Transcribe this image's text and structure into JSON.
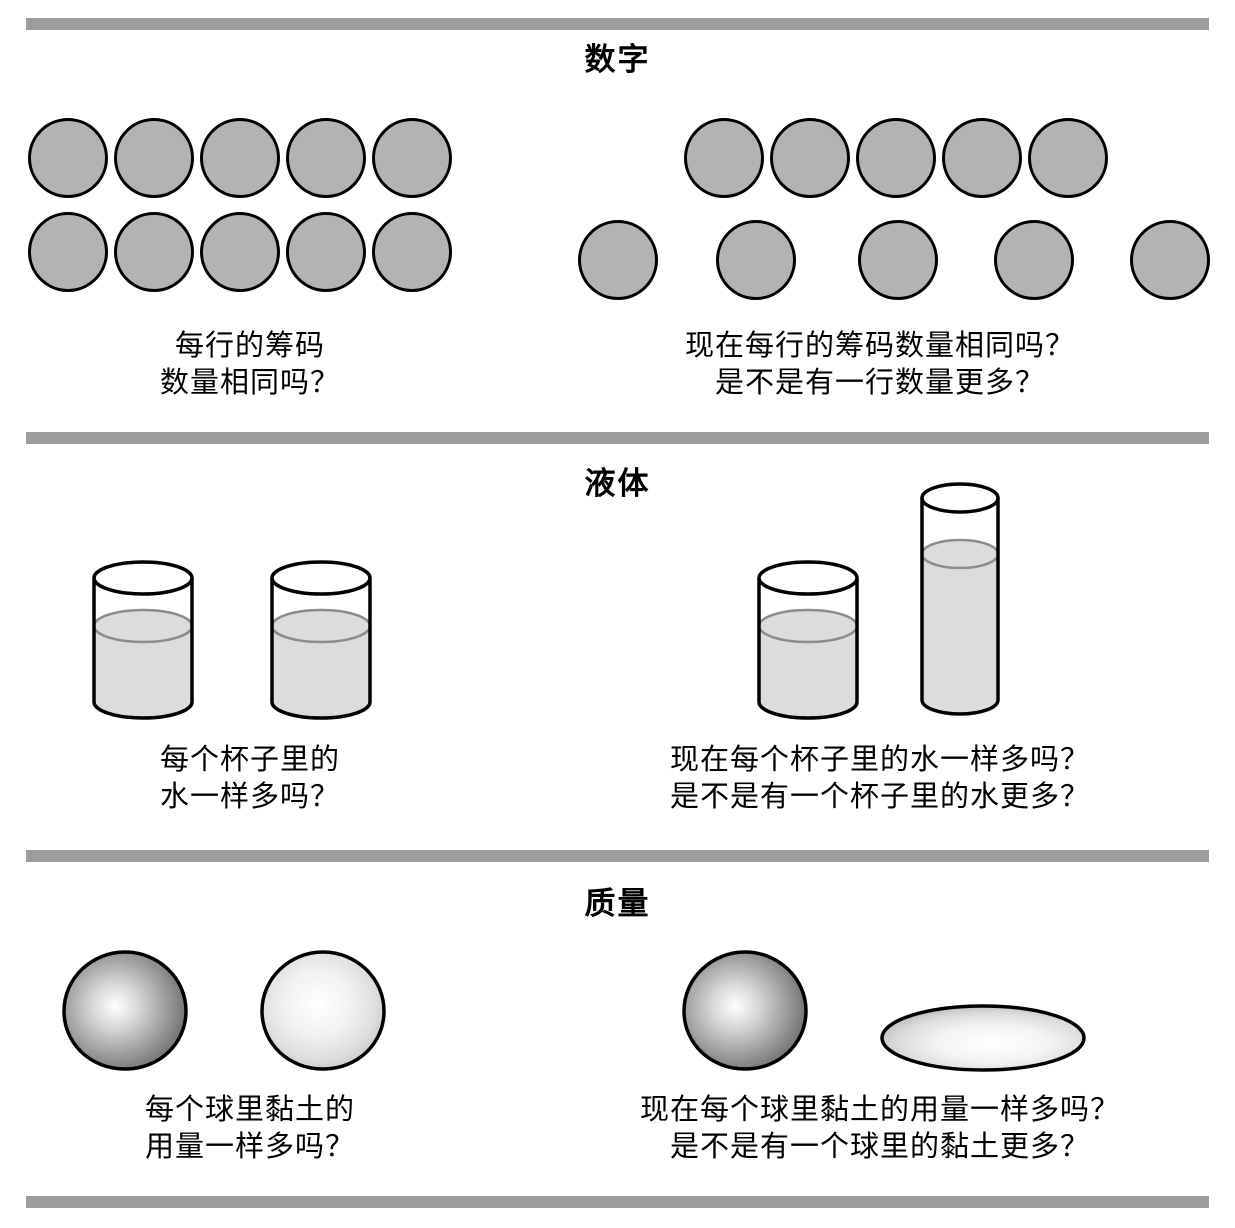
{
  "figure": {
    "title_number": "数字",
    "title_liquid": "液体",
    "title_mass": "质量"
  },
  "colors": {
    "rule": "#9d9d9d",
    "chip_fill": "#b3b3b3",
    "chip_stroke": "#000000",
    "water_fill": "#dcdcdc",
    "water_stroke": "#808080",
    "glass_stroke": "#000000",
    "clay_dark": "#6e6e6e",
    "clay_light": "#f2f2f2"
  },
  "sections": [
    {
      "id": "number",
      "title": "数字",
      "before": {
        "caption": "每行的筹码\n数量相同吗？",
        "rows": [
          {
            "count": 5,
            "spacing": "tight"
          },
          {
            "count": 5,
            "spacing": "tight"
          }
        ]
      },
      "after": {
        "caption": "现在每行的筹码数量相同吗？\n是不是有一行数量更多？",
        "rows": [
          {
            "count": 5,
            "spacing": "tight"
          },
          {
            "count": 5,
            "spacing": "spread"
          }
        ]
      }
    },
    {
      "id": "liquid",
      "title": "液体",
      "before": {
        "caption": "每个杯子里的\n水一样多吗？",
        "glasses": [
          {
            "shape": "short-wide",
            "fill_level": 0.66
          },
          {
            "shape": "short-wide",
            "fill_level": 0.66
          }
        ]
      },
      "after": {
        "caption": "现在每个杯子里的水一样多吗？\n是不是有一个杯子里的水更多？",
        "glasses": [
          {
            "shape": "short-wide",
            "fill_level": 0.66
          },
          {
            "shape": "tall-narrow",
            "fill_level": 0.73
          }
        ]
      }
    },
    {
      "id": "mass",
      "title": "质量",
      "before": {
        "caption": "每个球里黏土的\n用量一样多吗？",
        "balls": [
          {
            "shape": "ball",
            "shade": "dark"
          },
          {
            "shape": "ball",
            "shade": "light"
          }
        ]
      },
      "after": {
        "caption": "现在每个球里黏土的用量一样多吗？\n是不是有一个球里的黏土更多？",
        "balls": [
          {
            "shape": "ball",
            "shade": "dark"
          },
          {
            "shape": "pancake",
            "shade": "light"
          }
        ]
      }
    }
  ]
}
